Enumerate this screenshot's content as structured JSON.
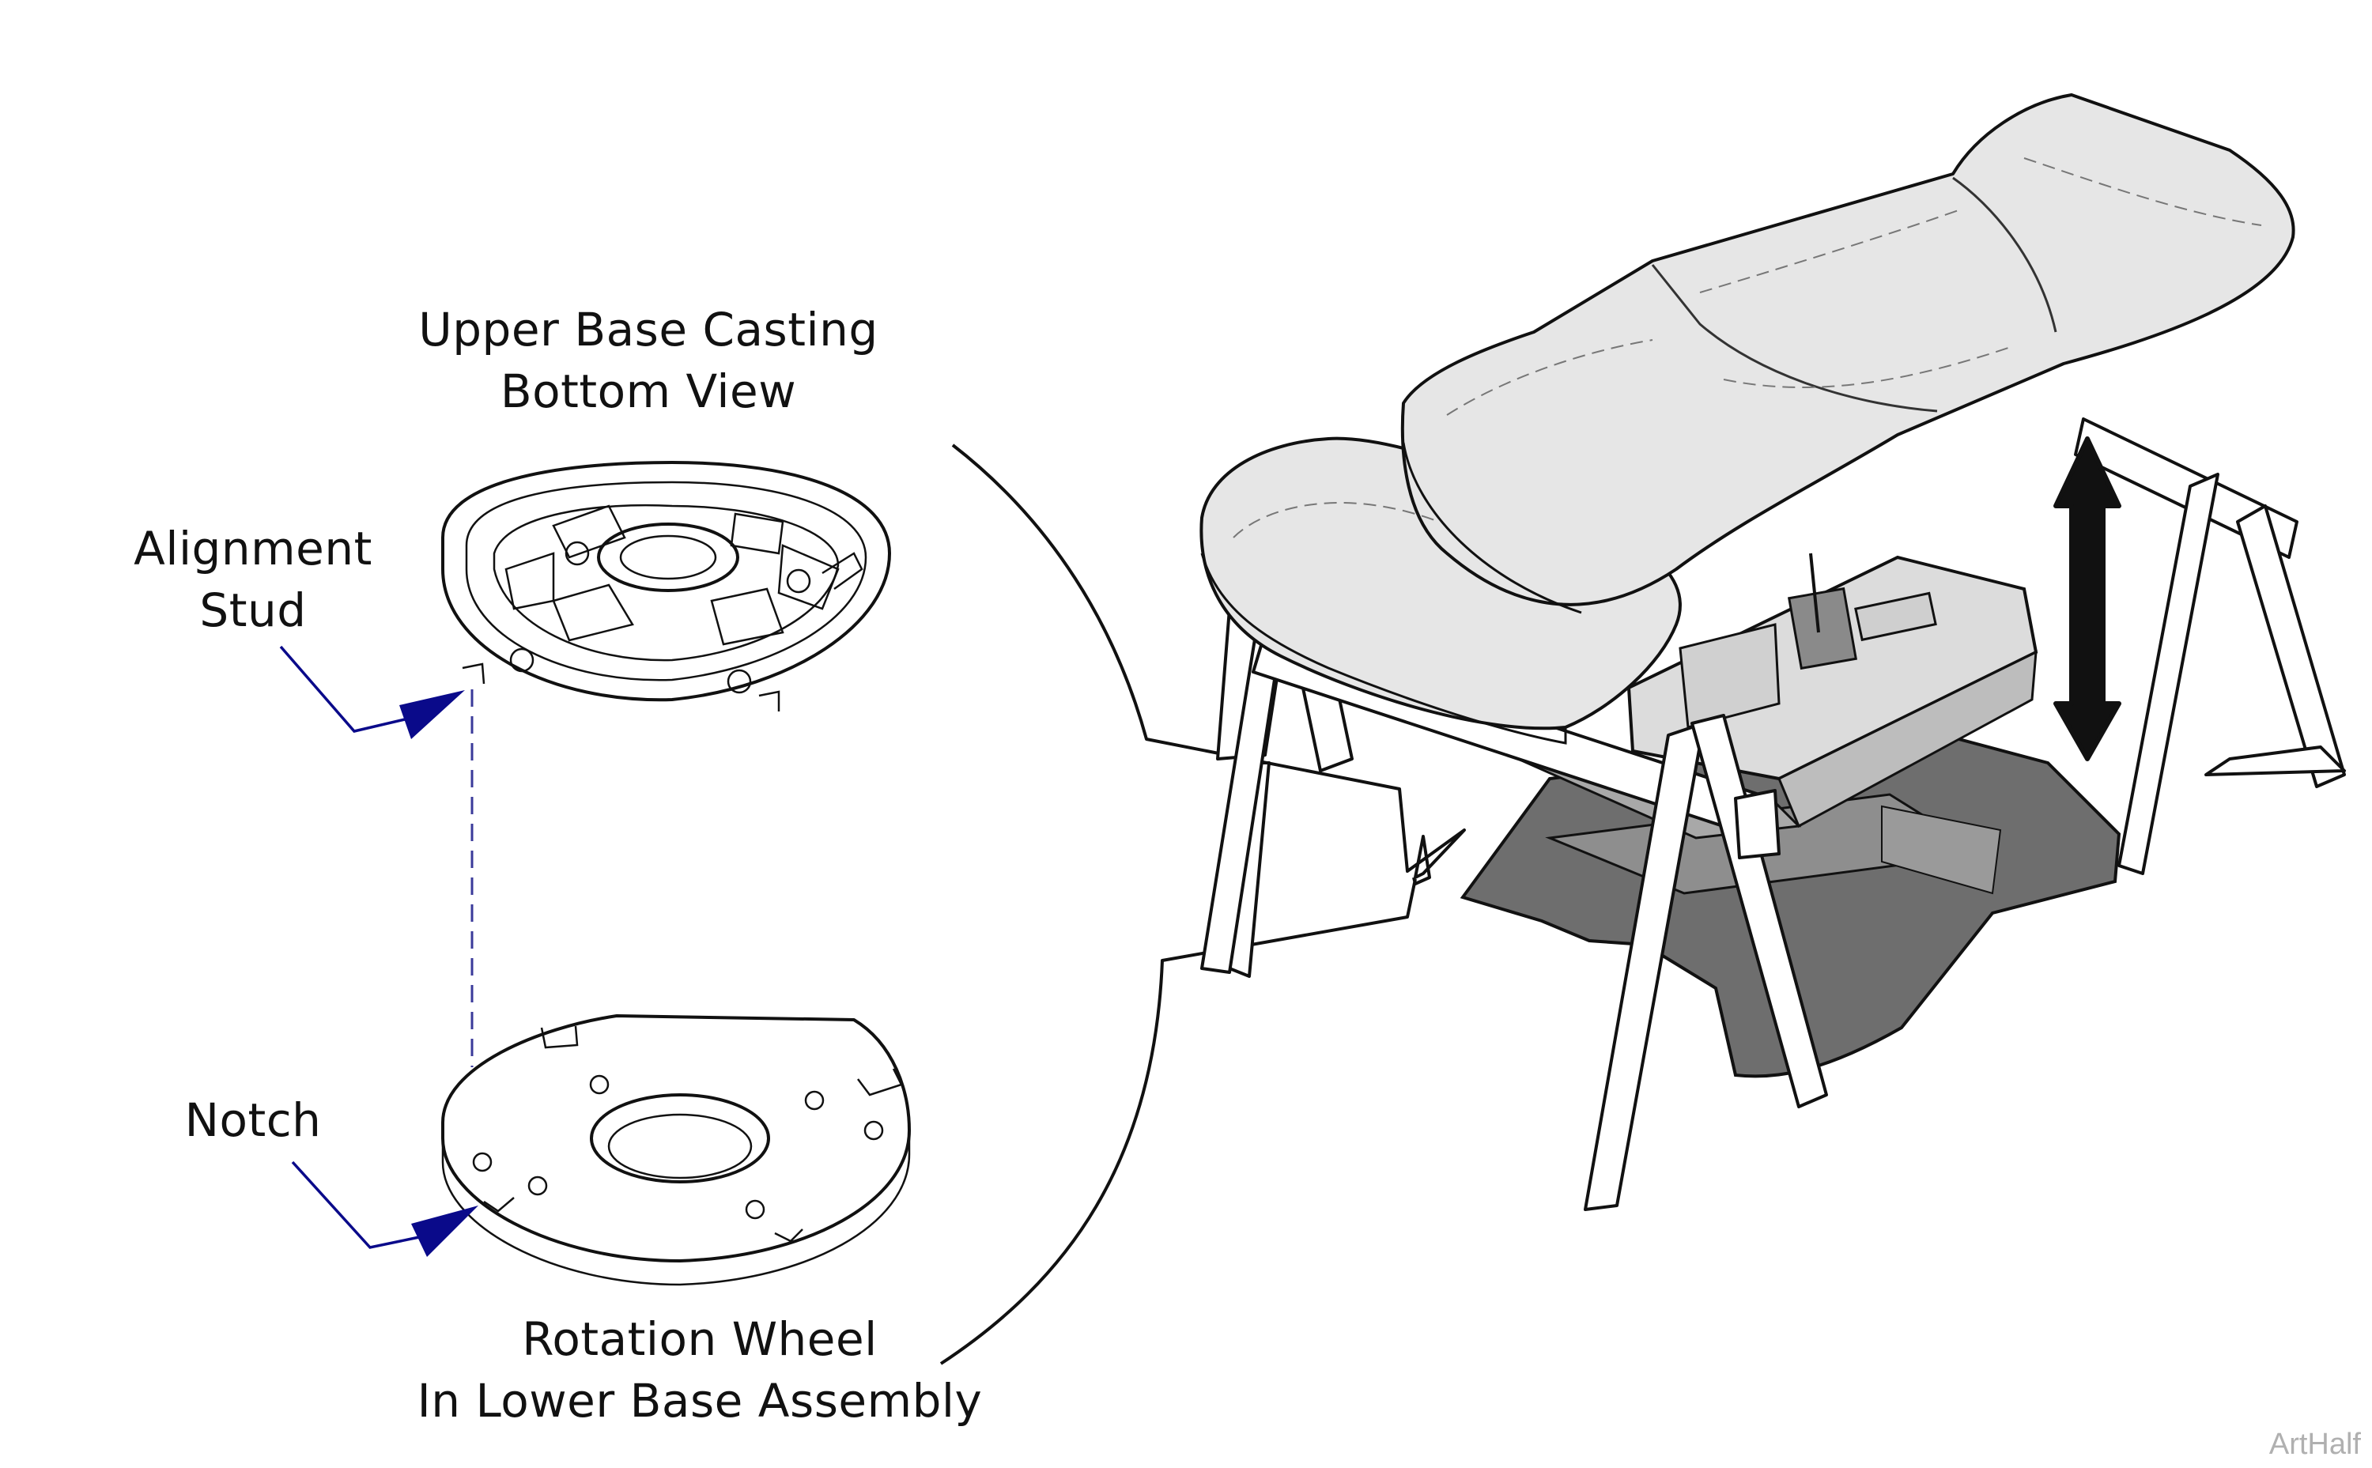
{
  "labels": {
    "upper_base_title_line1": "Upper Base Casting",
    "upper_base_title_line2": "Bottom View",
    "alignment_stud_line1": "Alignment",
    "alignment_stud_line2": "Stud",
    "notch": "Notch",
    "rotation_wheel_line1": "Rotation Wheel",
    "rotation_wheel_line2": "In Lower Base Assembly"
  },
  "watermark": "ArtHalf",
  "colors": {
    "pointer": "#0a0a8a",
    "cushion": "#e6e6e6",
    "floor_plate": "#6e6e6e",
    "outline": "#111111"
  }
}
